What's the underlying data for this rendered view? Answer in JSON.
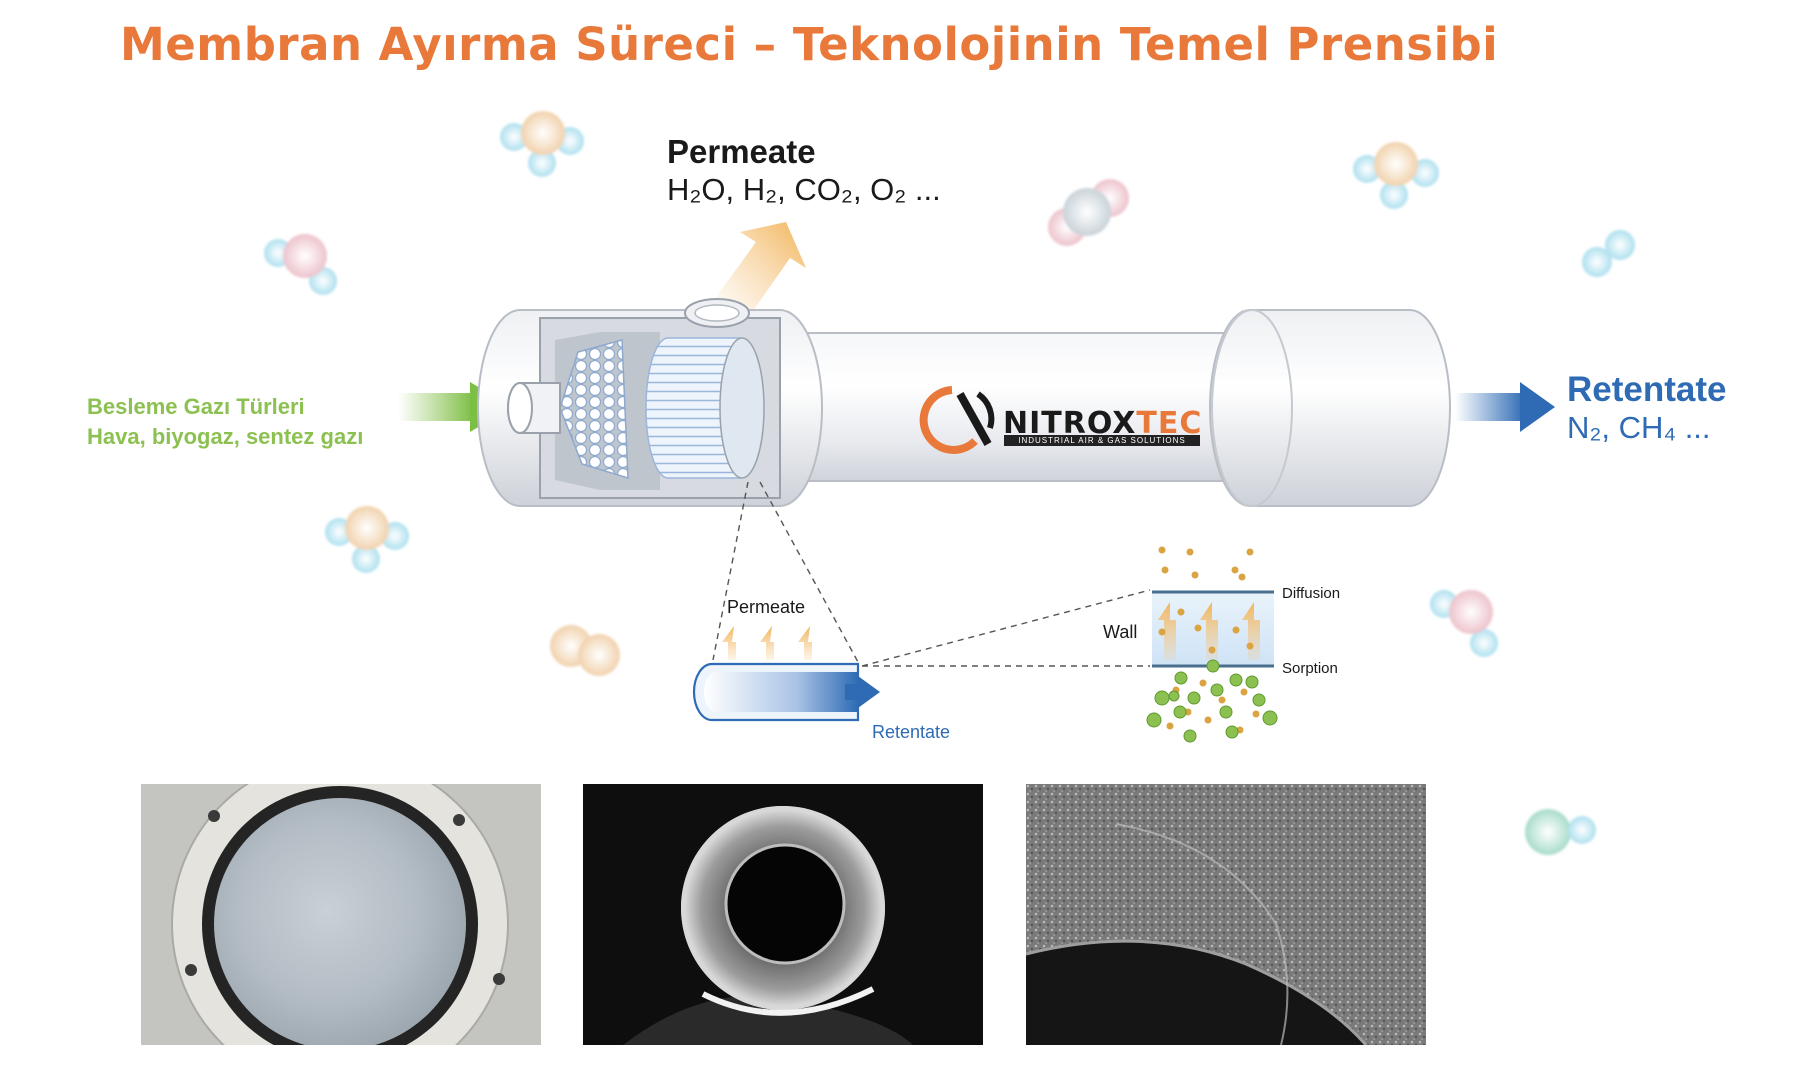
{
  "title": "Membran Ayırma Süreci – Teknolojinin Temel Prensibi",
  "permeate": {
    "title": "Permeate",
    "species": "H₂O, H₂, CO₂, O₂ ..."
  },
  "feed": {
    "line1": "Besleme Gazı Türleri",
    "line2": "Hava, biyogaz, sentez gazı"
  },
  "retentate": {
    "title": "Retentate",
    "species": "N₂, CH₄ ..."
  },
  "brand": {
    "part1": "NITROX",
    "part2": "TEC",
    "tagline": "INDUSTRIAL AIR & GAS SOLUTIONS"
  },
  "detail": {
    "permeate_label": "Permeate",
    "retentate_label": "Retentate",
    "wall_label": "Wall",
    "diffusion_label": "Diffusion",
    "sorption_label": "Sorption"
  },
  "colors": {
    "title": "#e8793a",
    "feed": "#8cc152",
    "retentate": "#2e6bb4",
    "permeate_arrow": "#f5c98a"
  }
}
